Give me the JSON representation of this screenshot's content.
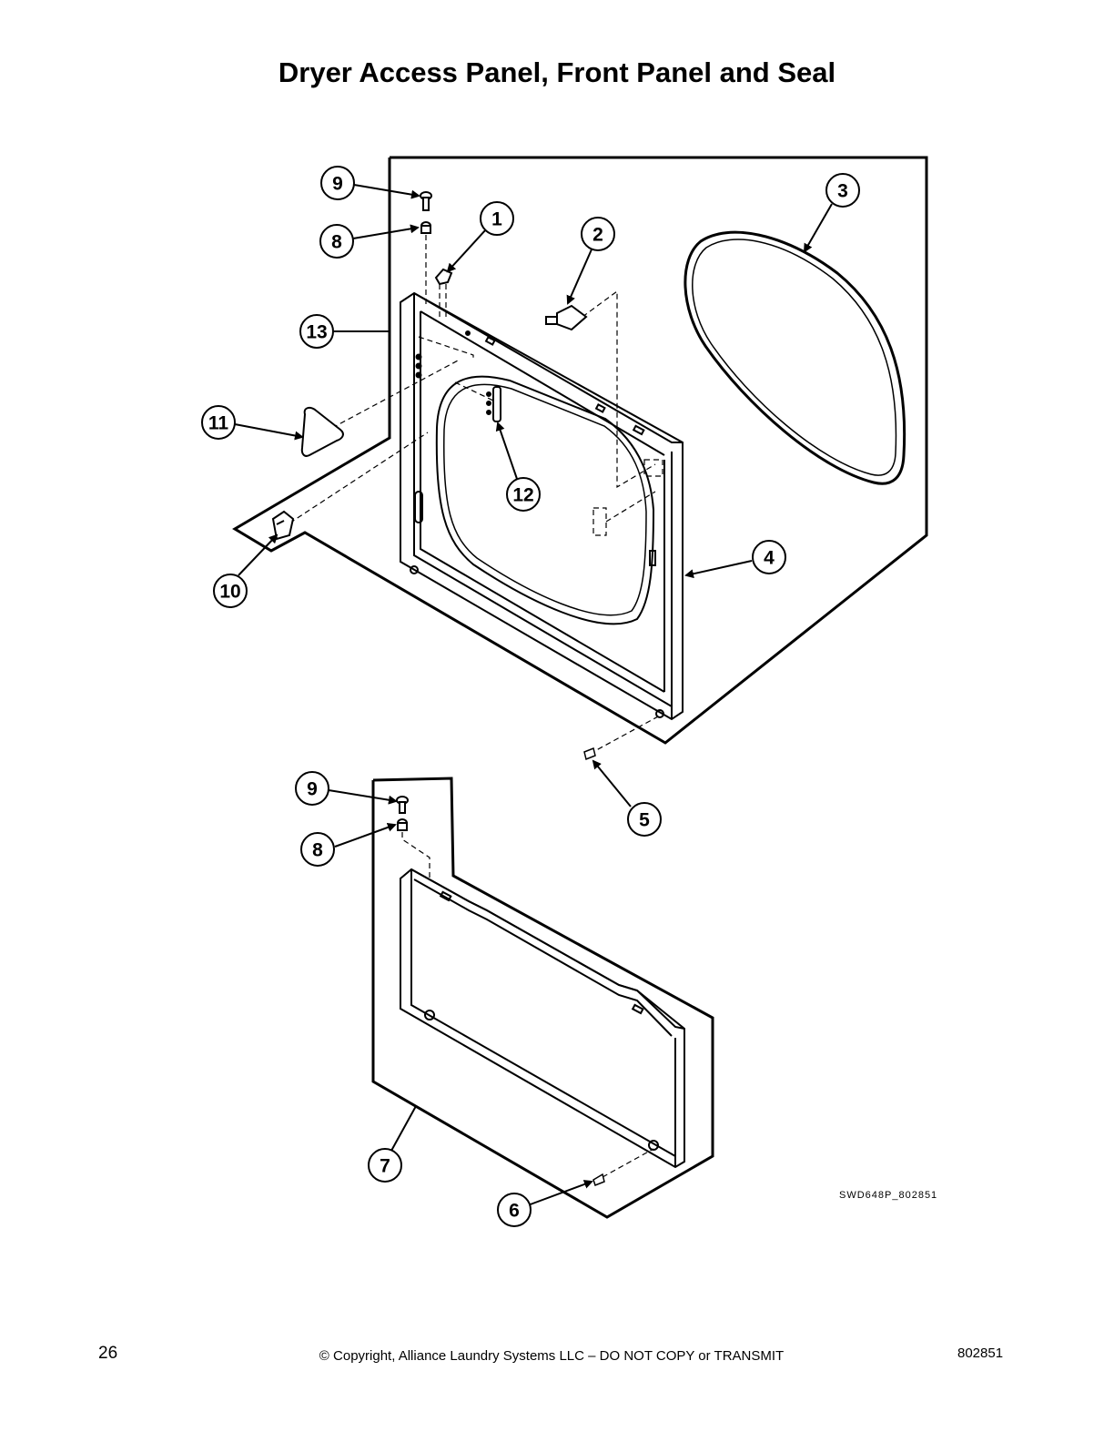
{
  "title": "Dryer Access Panel, Front Panel and Seal",
  "callouts": {
    "c1": "1",
    "c2": "2",
    "c3": "3",
    "c4": "4",
    "c5": "5",
    "c6": "6",
    "c7": "7",
    "c8a": "8",
    "c8b": "8",
    "c9a": "9",
    "c9b": "9",
    "c10": "10",
    "c11": "11",
    "c12": "12",
    "c13": "13"
  },
  "drawing_id": "SWD648P_802851",
  "footer": {
    "page_number": "26",
    "copyright": "© Copyright, Alliance Laundry Systems LLC – DO NOT COPY or TRANSMIT",
    "doc_number": "802851"
  }
}
